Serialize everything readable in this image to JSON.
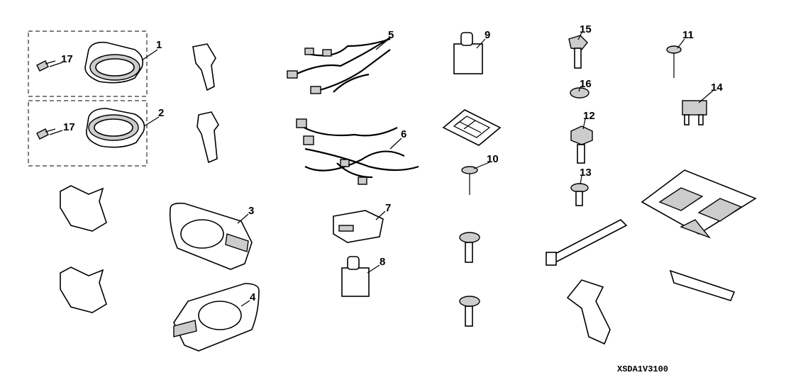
{
  "diagram": {
    "callouts": {
      "c1": "1",
      "c2": "2",
      "c3": "3",
      "c4": "4",
      "c5": "5",
      "c6": "6",
      "c7": "7",
      "c8": "8",
      "c9": "9",
      "c10": "10",
      "c11": "11",
      "c12": "12",
      "c13": "13",
      "c14": "14",
      "c15": "15",
      "c16": "16",
      "c17a": "17",
      "c17b": "17"
    },
    "diagram_code": "XSDA1V3100"
  }
}
